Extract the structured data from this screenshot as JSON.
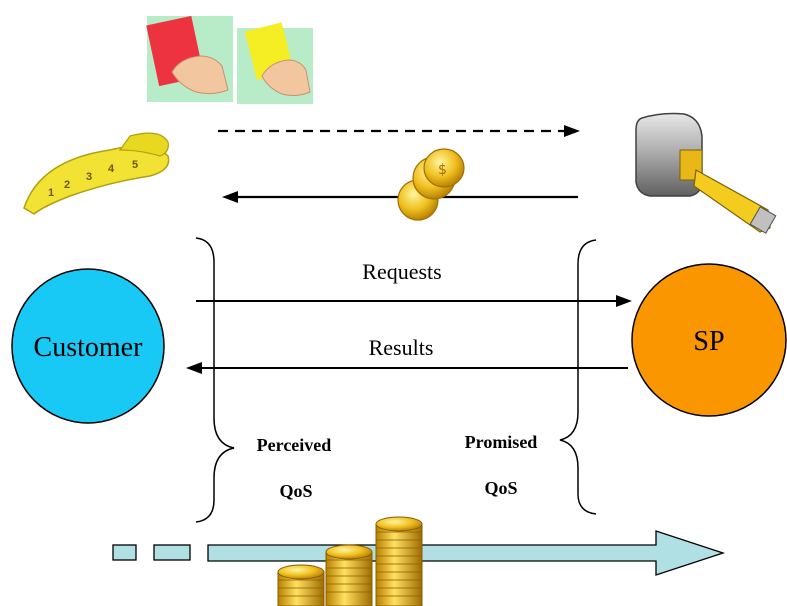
{
  "nodes": {
    "customer": {
      "label": "Customer",
      "fill": "#18c8f5"
    },
    "sp": {
      "label": "SP",
      "fill": "#fa9600"
    }
  },
  "arrows": {
    "requests": "Requests",
    "results": "Results"
  },
  "qos": {
    "perceived_line1": "Perceived",
    "perceived_line2": "QoS",
    "promised_line1": "Promised",
    "promised_line2": "QoS"
  },
  "colors": {
    "red_card": "#ee3340",
    "yellow_card": "#f5ee24",
    "card_background": "#b8ecc8",
    "timeline_fill": "#b0e0e4",
    "coin_gold": "#f0c020"
  },
  "icons": [
    "red-card-icon",
    "yellow-card-icon",
    "tape-measure-icon",
    "tape-measure-case-icon",
    "coins-icon",
    "coin-stacks-icon"
  ]
}
